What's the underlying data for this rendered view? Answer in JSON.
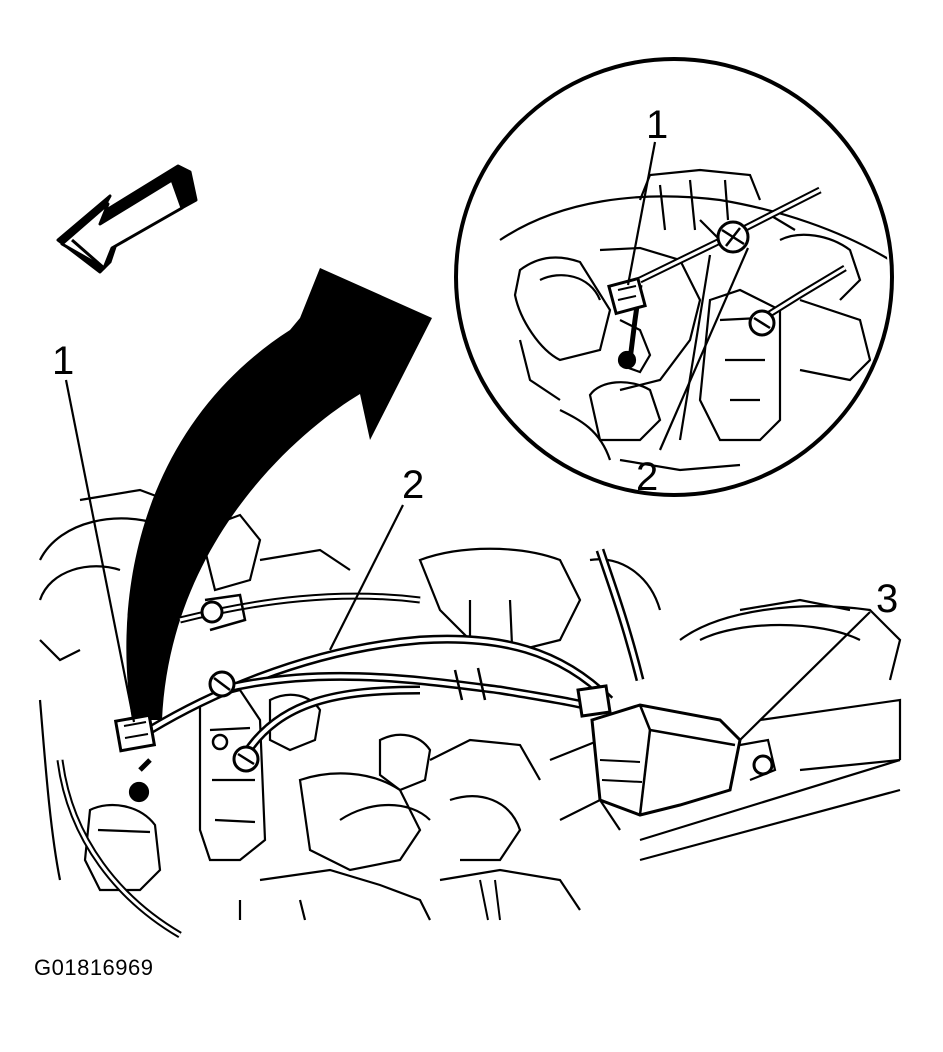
{
  "figure": {
    "id_label": "G01816969",
    "callouts": {
      "main_1": "1",
      "main_2": "2",
      "main_3": "3",
      "inset_1": "1",
      "inset_2": "2"
    }
  },
  "colors": {
    "ink": "#000000",
    "paper": "#ffffff"
  },
  "icons": [
    "direction-arrow-icon",
    "zoom-curved-arrow-icon"
  ]
}
